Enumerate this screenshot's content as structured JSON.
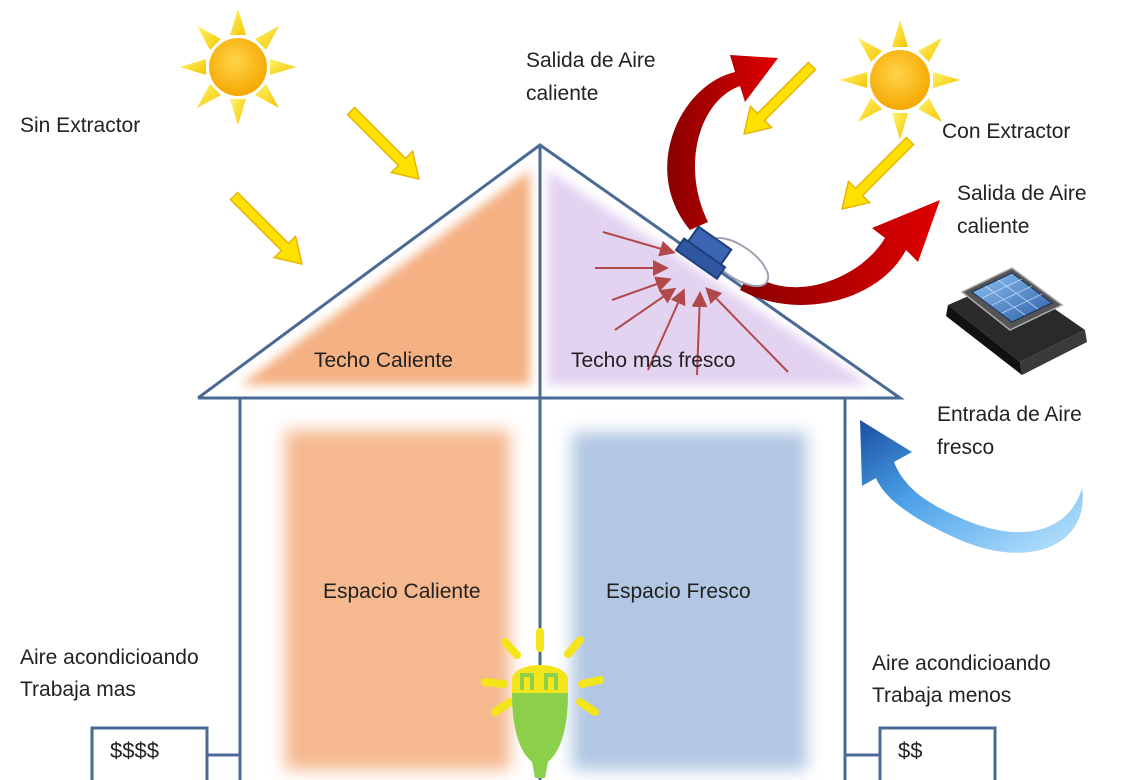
{
  "labels": {
    "sin_extractor": "Sin  Extractor",
    "con_extractor": "Con  Extractor",
    "salida_top_1": "Salida de Aire",
    "salida_top_2": "caliente",
    "salida_right_1": "Salida de Aire",
    "salida_right_2": "caliente",
    "entrada_1": "Entrada de Aire",
    "entrada_2": "fresco",
    "techo_caliente": "Techo Caliente",
    "techo_fresco": "Techo  mas fresco",
    "espacio_caliente": "Espacio Caliente",
    "espacio_fresco": "Espacio Fresco",
    "ac_left_1": "Aire acondicioando",
    "ac_left_2": "Trabaja mas",
    "ac_right_1": "Aire acondicioando",
    "ac_right_2": "Trabaja menos",
    "cost_left": "$$$$",
    "cost_right": "$$"
  },
  "colors": {
    "house_outline": "#4a6a96",
    "hot": "#f4b183",
    "cool_roof": "#e3d3f0",
    "cool_space": "#a9c1e0",
    "sun": "#ffc000",
    "sun_ray": "#ffe100",
    "hot_air_arrow": "#c00000",
    "fresh_air_arrow": "#3a7ccb",
    "small_arrow": "#b04a4a",
    "bulb_glow": "#f3e51a",
    "bulb_base": "#8ccf4a"
  }
}
